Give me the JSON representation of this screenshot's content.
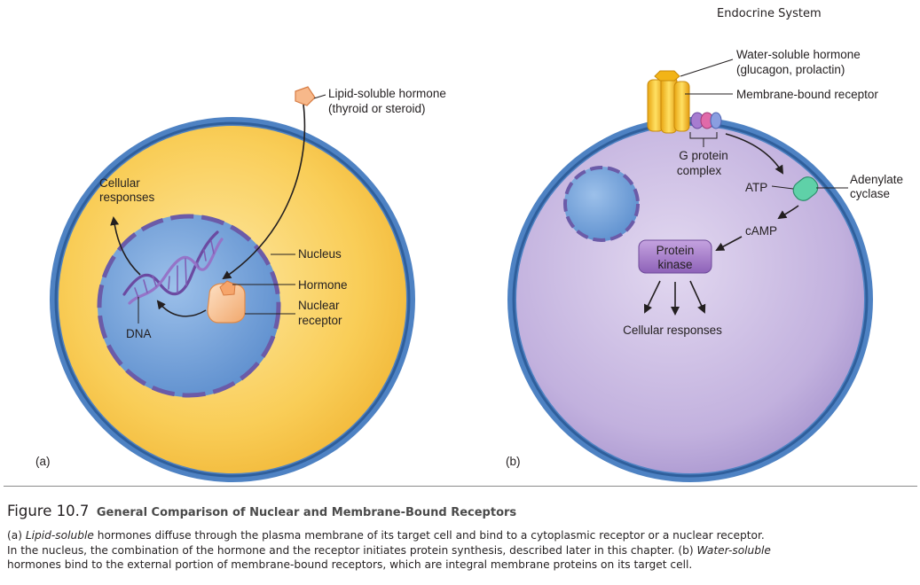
{
  "header": {
    "section": "Endocrine System"
  },
  "panel_a": {
    "hormone": "Lipid-soluble hormone",
    "hormone_examples": "(thyroid or steroid)",
    "cellular_responses_1": "Cellular",
    "cellular_responses_2": "responses",
    "nucleus": "Nucleus",
    "hormone_label": "Hormone",
    "receptor_1": "Nuclear",
    "receptor_2": "receptor",
    "dna": "DNA",
    "panel_label": "(a)"
  },
  "panel_b": {
    "hormone": "Water-soluble hormone",
    "hormone_examples": "(glucagon, prolactin)",
    "receptor": "Membrane-bound receptor",
    "gprotein_1": "G protein",
    "gprotein_2": "complex",
    "atp": "ATP",
    "adenylate_1": "Adenylate",
    "adenylate_2": "cyclase",
    "camp": "cAMP",
    "kinase_1": "Protein",
    "kinase_2": "kinase",
    "cellular_responses": "Cellular responses",
    "panel_label": "(b)"
  },
  "figure": {
    "number": "Figure 10.7",
    "title": "General Comparison of Nuclear and Membrane-Bound Receptors",
    "caption": {
      "p1_a": "(a) ",
      "p1_b": "Lipid-soluble",
      "p1_c": " hormones diffuse through the plasma membrane of its target cell and bind to a cytoplasmic receptor or a nuclear receptor.",
      "p2_a": "In the nucleus, the combination of the hormone and the receptor initiates protein synthesis, described later in this chapter. (b) ",
      "p2_b": "Water-soluble",
      "p3": "hormones bind to the external portion of membrane-bound receptors, which are integral membrane proteins on its target cell."
    }
  },
  "colors": {
    "membrane": "#4a7fc1",
    "cytoplasm_a": "#f8c94a",
    "nucleus": "#6e9fd8",
    "cytoplasm_b": "#b9a6d8",
    "receptor_b": "#f1c230",
    "kinase": "#a57ec8",
    "adenylate": "#4fc29a"
  }
}
